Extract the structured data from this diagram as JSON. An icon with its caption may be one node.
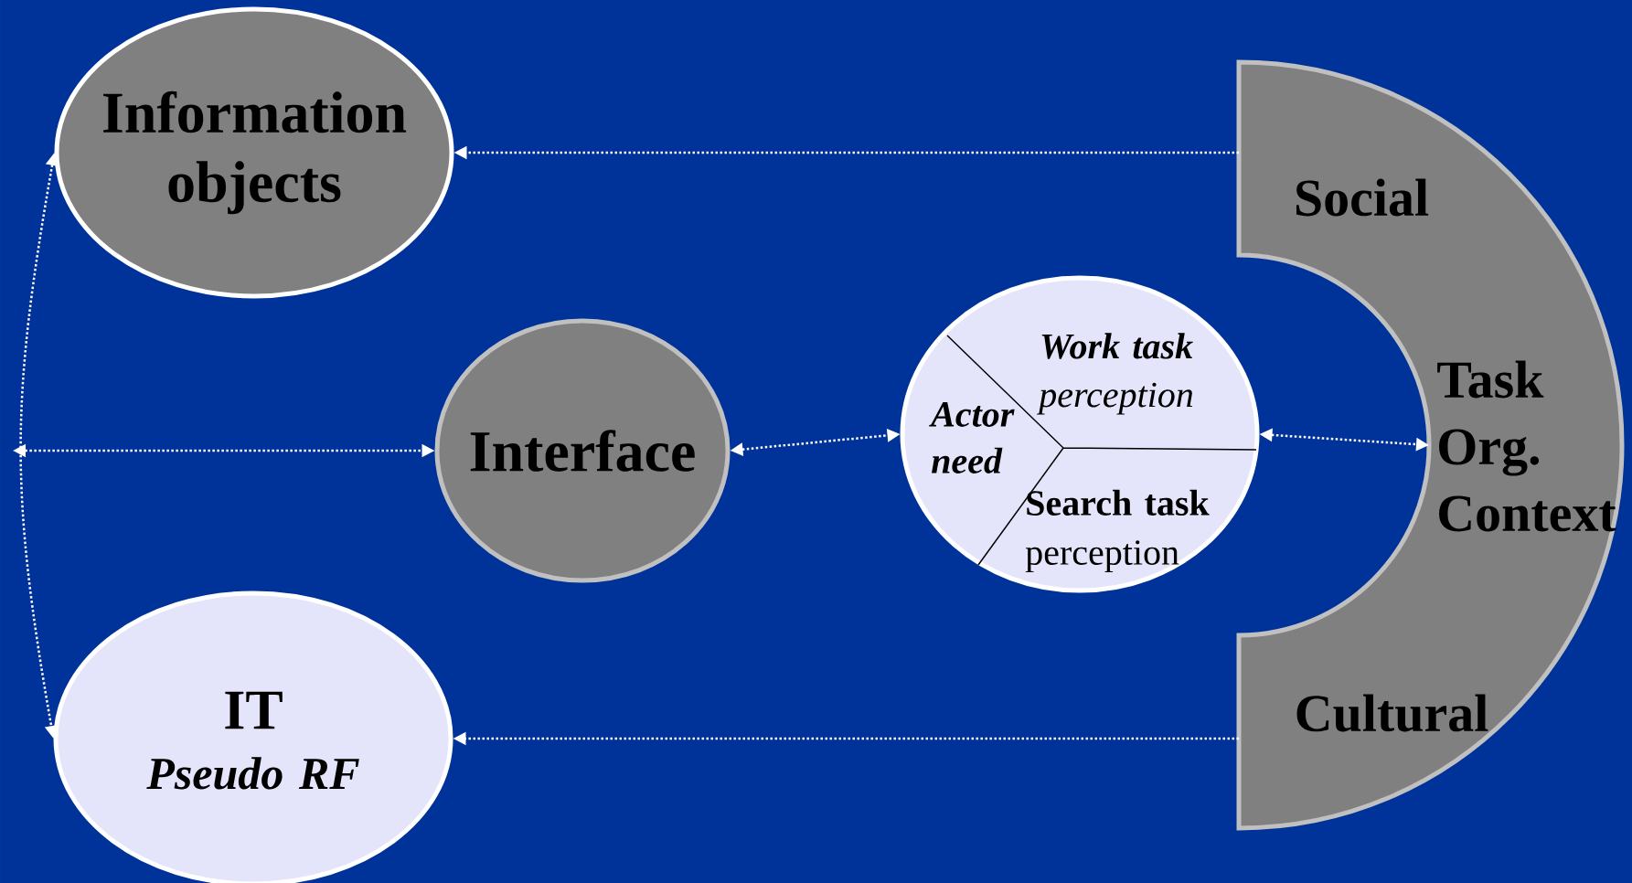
{
  "diagram": {
    "nodes": [
      {
        "text": [
          "Information objects"
        ]
      },
      {
        "text": [
          "Interface"
        ]
      },
      {
        "text": [
          "IT",
          "Pseudo RF"
        ]
      },
      {
        "text": [
          "Actor need",
          "**Work task** perception",
          "**Search task** perception"
        ]
      },
      {
        "text": [
          "Social",
          "Task Org. Context",
          "Cultural"
        ]
      }
    ],
    "edges": [
      {
        "from": 0,
        "to": 2,
        "arrow": "both"
      },
      {
        "from": null,
        "to": 1,
        "arrow": "both"
      },
      {
        "from": 1,
        "to": 3,
        "arrow": "both"
      },
      {
        "from": 3,
        "to": 4,
        "arrow": "both"
      },
      {
        "from": 4,
        "to": 0,
        "arrow": "to"
      },
      {
        "from": 4,
        "to": 2,
        "arrow": "to"
      }
    ]
  }
}
